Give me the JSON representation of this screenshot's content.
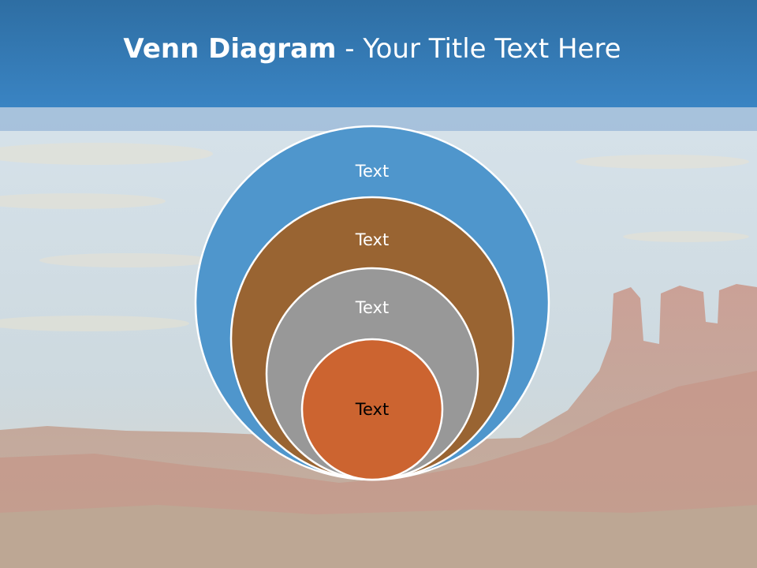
{
  "slide": {
    "title_bold": "Venn Diagram",
    "title_rest": " - Your Title Text Here"
  },
  "diagram": {
    "circles": [
      {
        "label": "Text",
        "fill": "#4f96cc",
        "text_color": "#ffffff"
      },
      {
        "label": "Text",
        "fill": "#996432",
        "text_color": "#ffffff"
      },
      {
        "label": "Text",
        "fill": "#989898",
        "text_color": "#ffffff"
      },
      {
        "label": "Text",
        "fill": "#cc6430",
        "text_color": "#000000"
      }
    ],
    "outline_color": "#ffffff"
  },
  "colors": {
    "header_top": "#2e6ea3",
    "header_bottom": "#3a84c3",
    "title_text": "#ffffff"
  }
}
